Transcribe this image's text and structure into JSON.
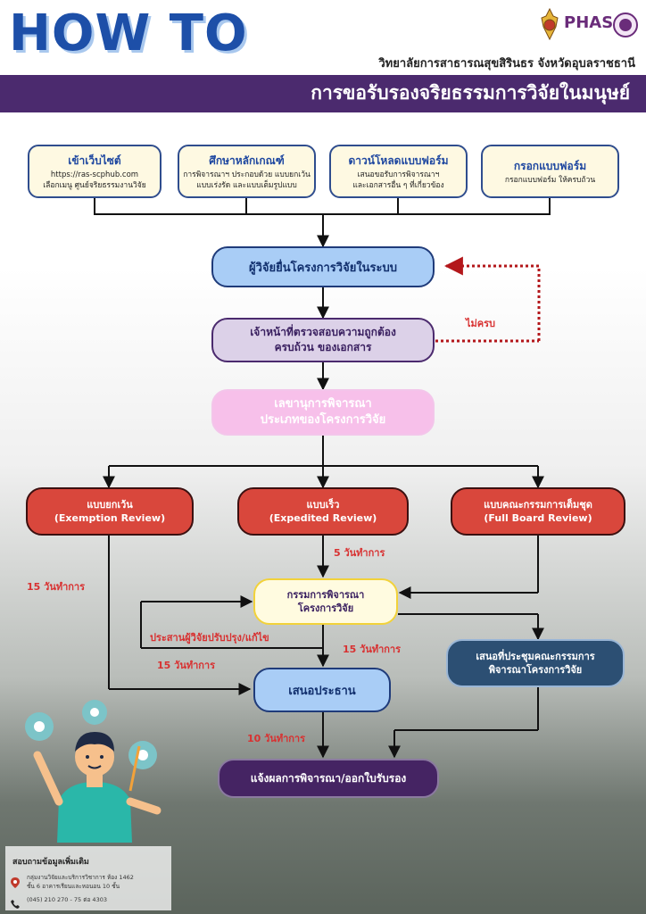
{
  "header": {
    "how_to": "HOW TO",
    "logo_text": "PHAS",
    "college": "วิทยาลัยการสาธารณสุขสิรินธร จังหวัดอุบลราชธานี",
    "title": "การขอรับรองจริยธรรมการวิจัยในมนุษย์"
  },
  "top_steps": [
    {
      "title": "เข้าเว็บไซต์",
      "line1": "https://ras-scphub.com",
      "line2": "เลือกเมนู ศูนย์จริยธรรมงานวิจัย"
    },
    {
      "title": "ศึกษาหลักเกณฑ์",
      "line1": "การพิจารณาฯ ประกอบด้วย แบบยกเว้น",
      "line2": "แบบเร่งรัด และแบบเต็มรูปแบบ"
    },
    {
      "title": "ดาวน์โหลดแบบฟอร์ม",
      "line1": "เสนอขอรับการพิจารณาฯ",
      "line2": "และเอกสารอื่น ๆ ที่เกี่ยวข้อง"
    },
    {
      "title": "กรอกแบบฟอร์ม",
      "line1": "กรอกแบบฟอร์ม ให้ครบถ้วน",
      "line2": ""
    }
  ],
  "flow": {
    "submit": "ผู้วิจัยยื่นโครงการวิจัยในระบบ",
    "check_line1": "เจ้าหน้าที่ตรวจสอบความถูกต้อง",
    "check_line2": "ครบถ้วน ของเอกสาร",
    "incomplete": "ไม่ครบ",
    "secretary_line1": "เลขานุการพิจารณา",
    "secretary_line2": "ประเภทของโครงการวิจัย",
    "exempt_line1": "แบบยกเว้น",
    "exempt_line2": "(Exemption Review)",
    "expedited_line1": "แบบเร็ว",
    "expedited_line2": "(Expedited Review)",
    "full_line1": "แบบคณะกรรมการเต็มชุด",
    "full_line2": "(Full Board Review)",
    "days_5": "5 วันทำการ",
    "days_15_left": "15 วันทำการ",
    "committee_line1": "กรรมการพิจารณา",
    "committee_line2": "โครงการวิจัย",
    "coordinate": "ประสานผู้วิจัยปรับปรุง/แก้ไข",
    "days_15_mid": "15 วันทำการ",
    "days_15_right": "15 วันทำการ",
    "board_line1": "เสนอที่ประชุมคณะกรรมการ",
    "board_line2": "พิจารณาโครงการวิจัย",
    "chair": "เสนอประธาน",
    "days_10": "10 วันทำการ",
    "result": "แจ้งผลการพิจารณา/ออกใบรับรอง"
  },
  "contact": {
    "title": "สอบถามข้อมูลเพิ่มเติม",
    "address_line1": "กลุ่มงานวิจัยและบริการวิชาการ ห้อง 1462",
    "address_line2": "ชั้น 6 อาคารเรียนและหอนอน 10 ชั้น",
    "phone": "(045) 210 270 - 75 ต่อ 4303"
  }
}
